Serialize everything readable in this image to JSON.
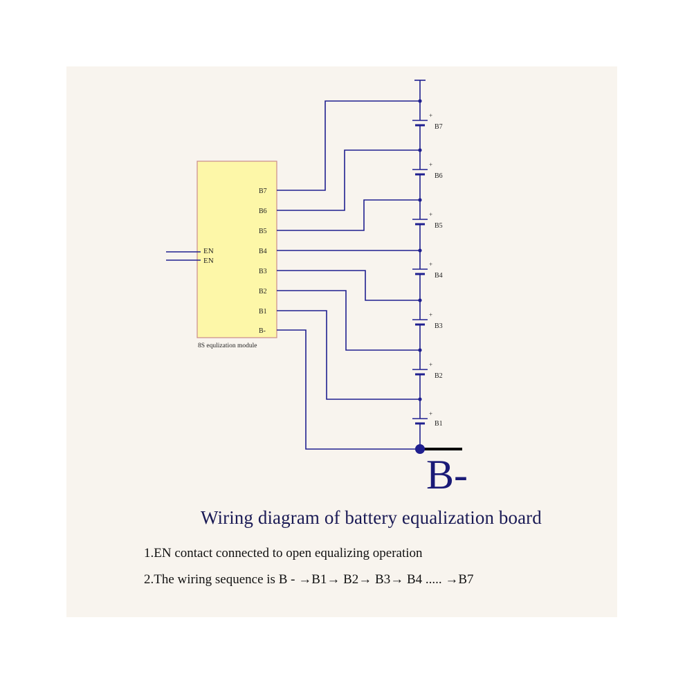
{
  "module": {
    "caption": "8S equlization module",
    "pins": [
      "B7",
      "B6",
      "B5",
      "B4",
      "B3",
      "B2",
      "B1",
      "B-"
    ],
    "en_labels": [
      "EN",
      "EN"
    ]
  },
  "batteries": [
    "B7",
    "B6",
    "B5",
    "B4",
    "B3",
    "B2",
    "B1"
  ],
  "polarity_mark": "+",
  "terminal_label": "B-",
  "heading": "Wiring diagram of battery equalization board",
  "notes": [
    "1.EN contact connected to open equalizing operation",
    "2.The wiring sequence is B - →B1→ B2→ B3→ B4  ..... →B7"
  ],
  "colors": {
    "module_fill": "#fdf7a8",
    "module_border": "#c98a8a",
    "wire": "#1f1f8f",
    "background": "#f8f4ee"
  }
}
